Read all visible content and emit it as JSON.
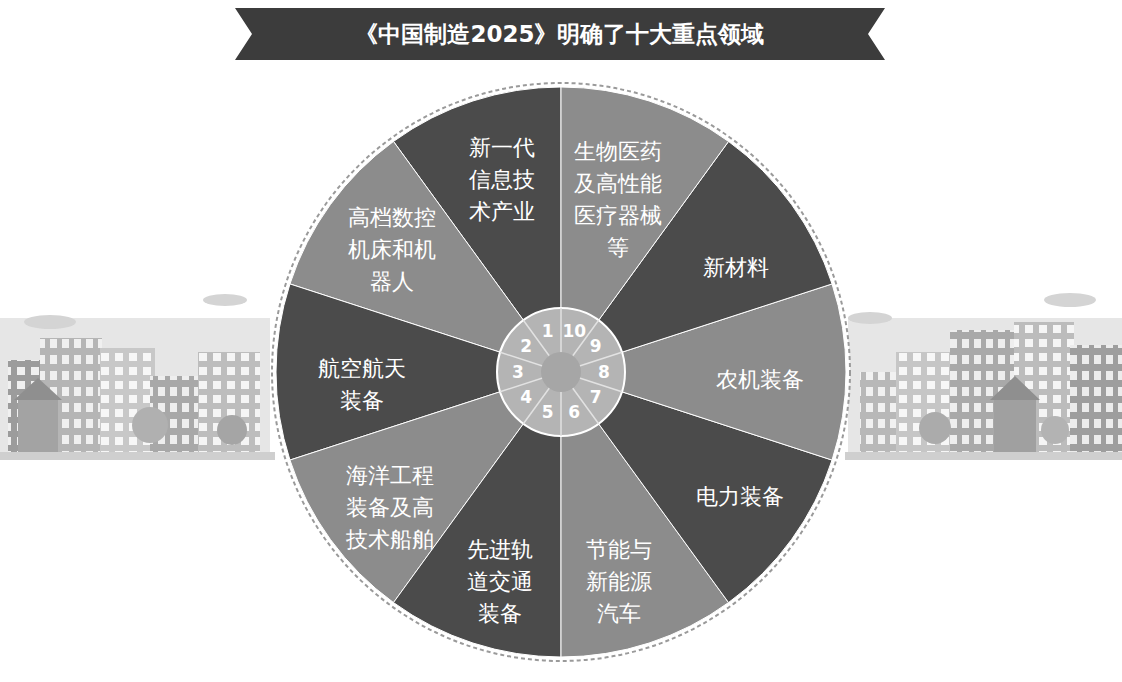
{
  "diagram": {
    "title": "《中国制造2025》明确了十大重点领域",
    "nodes": [
      {
        "text": [
          "新一代信息技术产业"
        ]
      },
      {
        "text": [
          "高档数控机床和机器人"
        ]
      },
      {
        "text": [
          "航空航天装备"
        ]
      },
      {
        "text": [
          "海洋工程装备及高技术船舶"
        ]
      },
      {
        "text": [
          "先进轨道交通装备"
        ]
      },
      {
        "text": [
          "节能与新能源汽车"
        ]
      },
      {
        "text": [
          "电力装备"
        ]
      },
      {
        "text": [
          "农机装备"
        ]
      },
      {
        "text": [
          "新材料"
        ]
      },
      {
        "text": [
          "生物医药及高性能医疗器械等"
        ]
      }
    ],
    "labels": [
      "1",
      "2",
      "3",
      "4",
      "5",
      "6",
      "7",
      "8",
      "9",
      "10"
    ]
  }
}
